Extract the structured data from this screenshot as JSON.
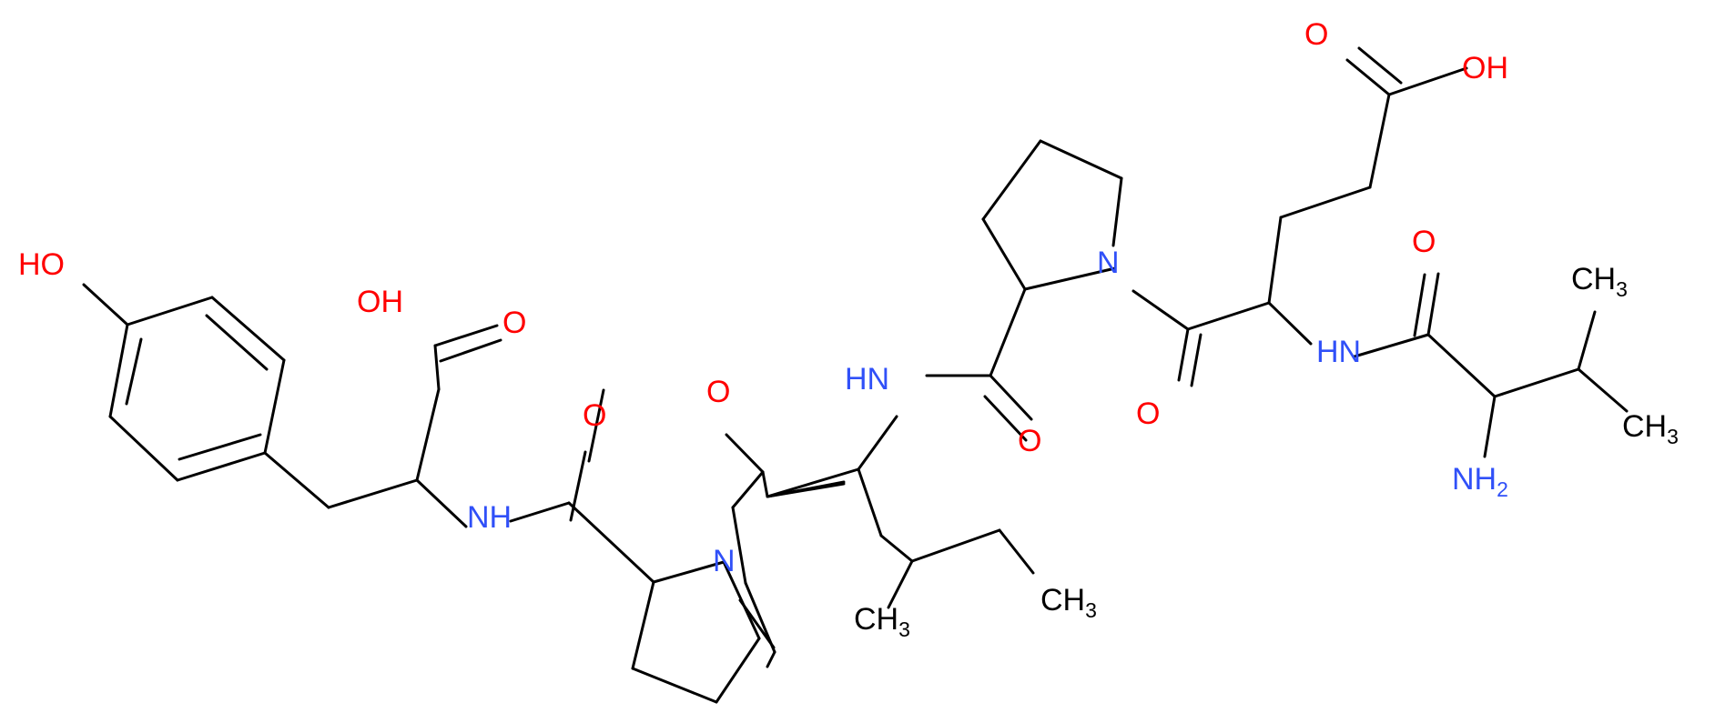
{
  "colors": {
    "bond": "#000000",
    "oxygen": "#ff0000",
    "nitrogen": "#3050f8",
    "carbon": "#000000",
    "background": "#ffffff"
  },
  "labels": {
    "hydroxyl_tyr": "HO",
    "acid_oh_tyr": "OH",
    "acid_o_tyr": "O",
    "nh_tyr": "NH",
    "amide_o_pro1": "O",
    "n_pro1": "N",
    "amide_o_ile": "O",
    "nh_ile": "HN",
    "ch3_ile_branch": "CH3",
    "ch3_ile_end": "CH3",
    "amide_o_pro2": "O",
    "n_pro2": "N",
    "amide_o_glu": "O",
    "acid_o_glu": "O",
    "acid_oh_glu": "OH",
    "nh_glu": "HN",
    "amide_o_val": "O",
    "nh2_val": "NH2",
    "ch3_val_top": "CH3",
    "ch3_val_right": "CH3"
  }
}
